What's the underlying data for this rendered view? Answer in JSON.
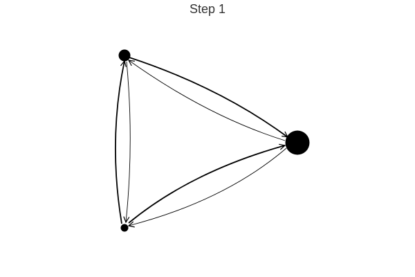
{
  "title": "Step 1",
  "colors": {
    "background": "#ffffff",
    "title": "#333333",
    "node": "#000000",
    "edge": "#000000"
  },
  "graph": {
    "nodes": [
      {
        "id": "top"
      },
      {
        "id": "right"
      },
      {
        "id": "bottom"
      }
    ],
    "edges": [
      {
        "from": "top",
        "to": "right",
        "weight": "heavy"
      },
      {
        "from": "right",
        "to": "top",
        "weight": "light"
      },
      {
        "from": "bottom",
        "to": "top",
        "weight": "heavy"
      },
      {
        "from": "top",
        "to": "bottom",
        "weight": "light"
      },
      {
        "from": "bottom",
        "to": "right",
        "weight": "heavy"
      },
      {
        "from": "right",
        "to": "bottom",
        "weight": "light"
      }
    ]
  }
}
